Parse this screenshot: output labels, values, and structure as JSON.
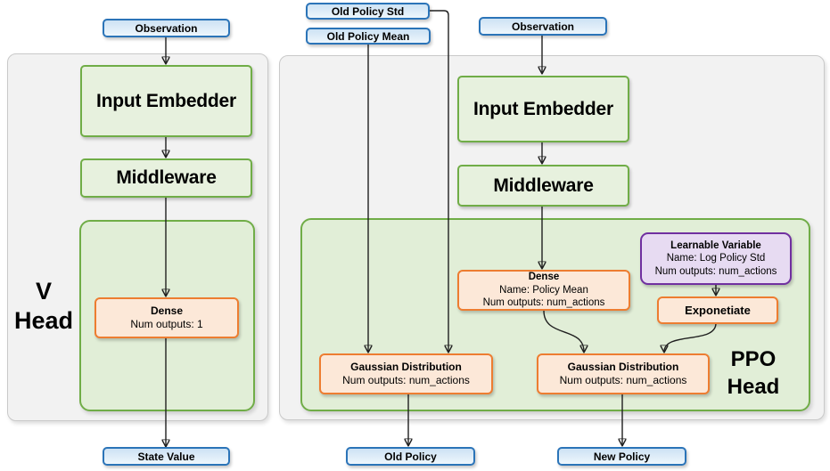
{
  "nodes": {
    "observation_left": "Observation",
    "old_policy_std": "Old Policy Std",
    "old_policy_mean": "Old Policy Mean",
    "observation_right": "Observation",
    "input_embedder_left": "Input Embedder",
    "middleware_left": "Middleware",
    "input_embedder_right": "Input Embedder",
    "middleware_right": "Middleware",
    "dense_v": {
      "title": "Dense",
      "line2": "Num outputs: 1"
    },
    "dense_policy_mean": {
      "title": "Dense",
      "line2": "Name: Policy Mean",
      "line3": "Num outputs: num_actions"
    },
    "learnable_variable": {
      "title": "Learnable Variable",
      "line2": "Name: Log Policy Std",
      "line3": "Num outputs: num_actions"
    },
    "exponetiate": {
      "title": "Exponetiate"
    },
    "gaussian_old": {
      "title": "Gaussian Distribution",
      "line2": "Num outputs: num_actions"
    },
    "gaussian_new": {
      "title": "Gaussian Distribution",
      "line2": "Num outputs: num_actions"
    },
    "state_value": "State Value",
    "old_policy": "Old Policy",
    "new_policy": "New Policy",
    "v_head_label": {
      "line1": "V",
      "line2": "Head"
    },
    "ppo_head_label": {
      "line1": "PPO",
      "line2": "Head"
    }
  },
  "colors": {
    "blue_border": "#2b74b8",
    "blue_fill_top": "#cde2f4",
    "blue_fill_bottom": "#eef6fc",
    "green_border": "#70ad47",
    "green_fill": "#e7f1de",
    "panel_green_fill": "#e1eed7",
    "orange_border": "#ed7d31",
    "orange_fill": "#fce8d8",
    "purple_border": "#7030a0",
    "purple_fill": "#e7dbf2",
    "panel_fill": "#f2f2f2",
    "panel_border": "#c9c9c9",
    "line_color": "#1f1f1f"
  }
}
